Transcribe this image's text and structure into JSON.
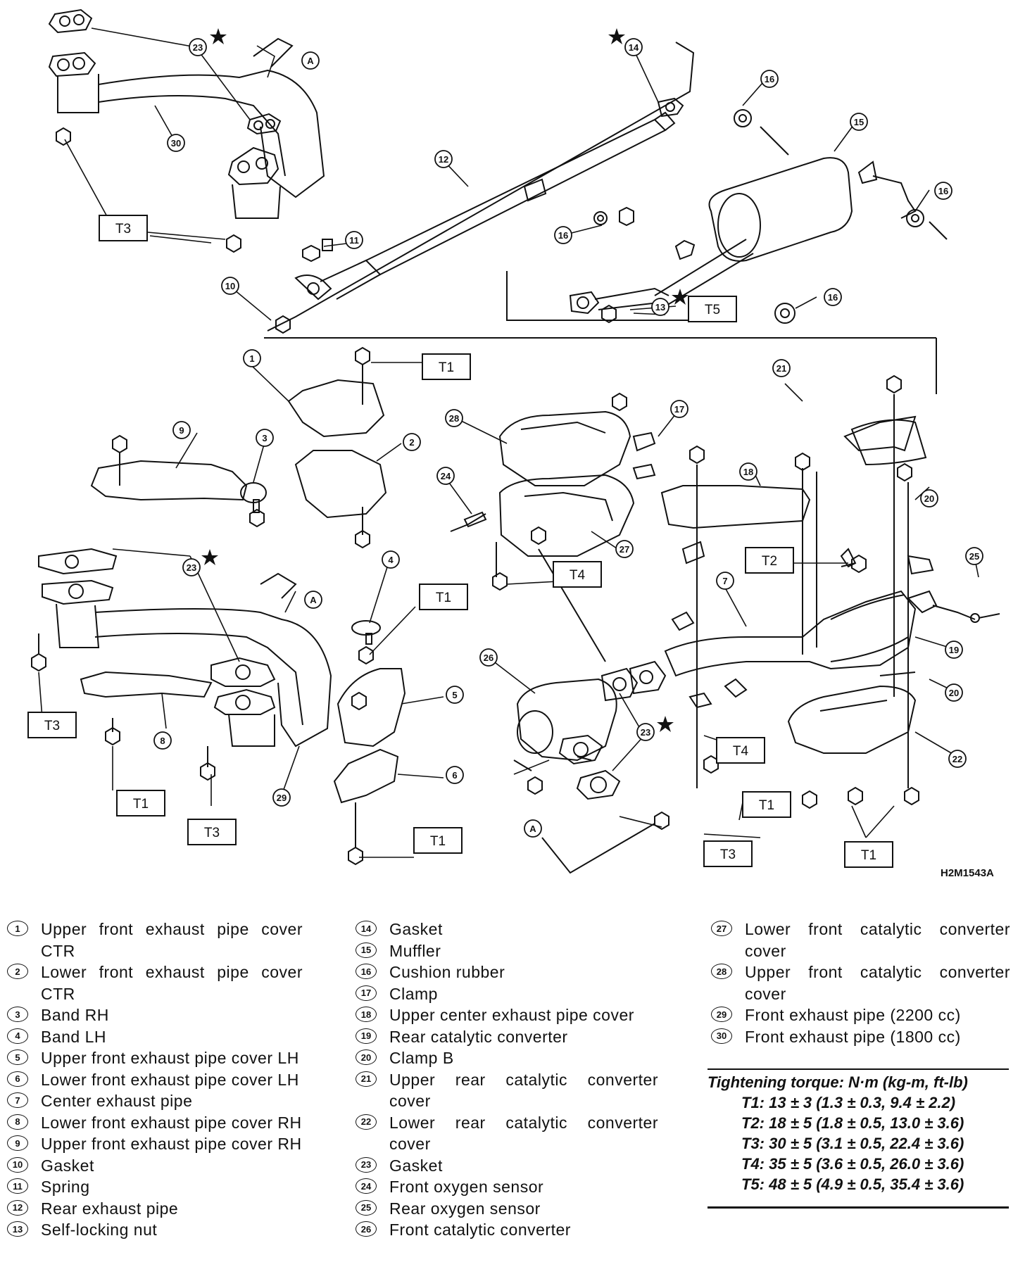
{
  "diagram_id": "H2M1543A",
  "callout_A": "A",
  "torque_boxes": {
    "t1": "T1",
    "t2": "T2",
    "t3": "T3",
    "t4": "T4",
    "t5": "T5"
  },
  "callouts": [
    "1",
    "2",
    "3",
    "4",
    "5",
    "6",
    "7",
    "8",
    "9",
    "10",
    "11",
    "12",
    "13",
    "14",
    "15",
    "16",
    "17",
    "18",
    "19",
    "20",
    "21",
    "22",
    "23",
    "24",
    "25",
    "26",
    "27",
    "28",
    "29",
    "30"
  ],
  "legend": {
    "col1": [
      {
        "num": "1",
        "text": "Upper front exhaust pipe cover CTR"
      },
      {
        "num": "2",
        "text": "Lower front exhaust pipe cover CTR"
      },
      {
        "num": "3",
        "text": "Band RH"
      },
      {
        "num": "4",
        "text": "Band LH"
      },
      {
        "num": "5",
        "text": "Upper front exhaust pipe cover LH"
      },
      {
        "num": "6",
        "text": "Lower front exhaust pipe cover LH"
      },
      {
        "num": "7",
        "text": "Center exhaust pipe"
      },
      {
        "num": "8",
        "text": "Lower front exhaust pipe cover RH"
      },
      {
        "num": "9",
        "text": "Upper front exhaust pipe cover RH"
      },
      {
        "num": "10",
        "text": "Gasket"
      },
      {
        "num": "11",
        "text": "Spring"
      },
      {
        "num": "12",
        "text": "Rear exhaust pipe"
      },
      {
        "num": "13",
        "text": "Self-locking nut"
      }
    ],
    "col2": [
      {
        "num": "14",
        "text": "Gasket"
      },
      {
        "num": "15",
        "text": "Muffler"
      },
      {
        "num": "16",
        "text": "Cushion rubber"
      },
      {
        "num": "17",
        "text": "Clamp"
      },
      {
        "num": "18",
        "text": "Upper center exhaust pipe cover"
      },
      {
        "num": "19",
        "text": "Rear catalytic converter"
      },
      {
        "num": "20",
        "text": "Clamp B"
      },
      {
        "num": "21",
        "text": "Upper rear catalytic converter cover"
      },
      {
        "num": "22",
        "text": "Lower rear catalytic converter cover"
      },
      {
        "num": "23",
        "text": "Gasket"
      },
      {
        "num": "24",
        "text": "Front oxygen sensor"
      },
      {
        "num": "25",
        "text": "Rear oxygen sensor"
      },
      {
        "num": "26",
        "text": "Front catalytic converter"
      }
    ],
    "col3": [
      {
        "num": "27",
        "text": "Lower front catalytic converter cover"
      },
      {
        "num": "28",
        "text": "Upper front catalytic converter cover"
      },
      {
        "num": "29",
        "text": "Front exhaust pipe (2200 cc)"
      },
      {
        "num": "30",
        "text": "Front exhaust pipe (1800 cc)"
      }
    ]
  },
  "torque": {
    "heading": "Tightening torque: N·m (kg-m, ft-lb)",
    "rows": [
      "T1:  13 ± 3 (1.3 ± 0.3, 9.4 ± 2.2)",
      "T2:  18 ± 5 (1.8 ± 0.5, 13.0 ± 3.6)",
      "T3:  30 ± 5 (3.1 ± 0.5, 22.4 ± 3.6)",
      "T4:  35 ± 5 (3.6 ± 0.5, 26.0 ± 3.6)",
      "T5:  48 ± 5 (4.9 ± 0.5, 35.4 ± 3.6)"
    ]
  }
}
